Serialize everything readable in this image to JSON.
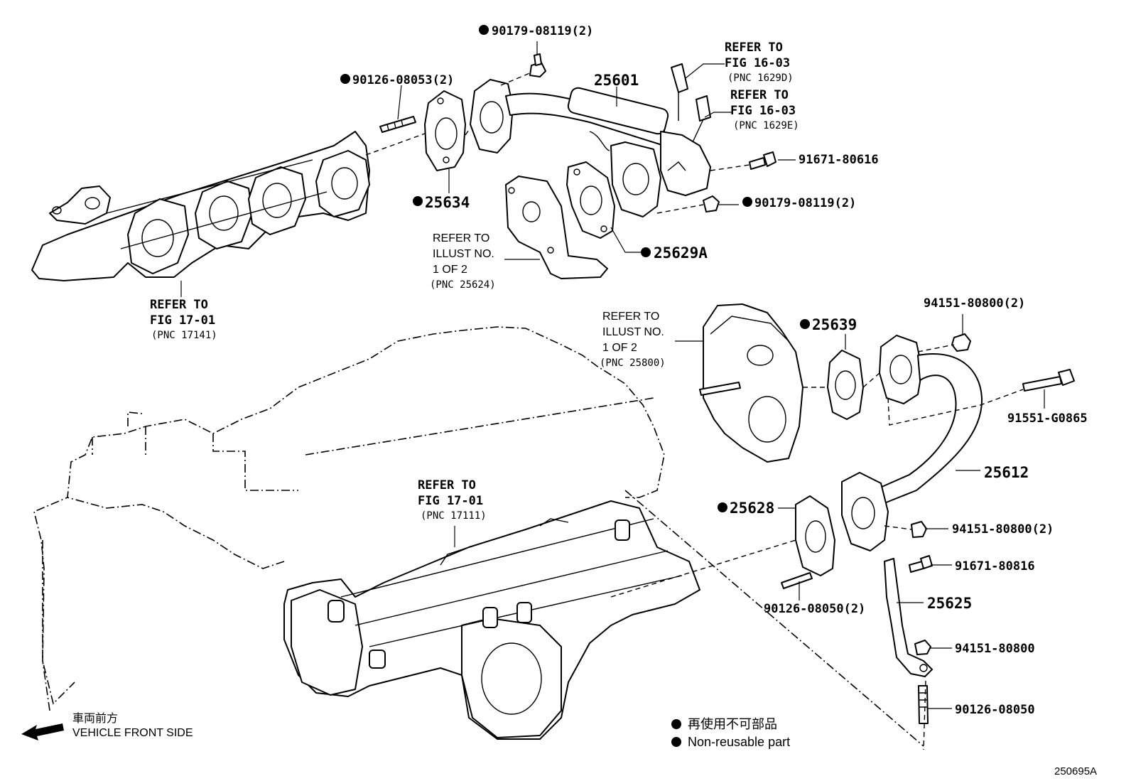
{
  "figure_id": "250695A",
  "direction": {
    "label_jp": "車両前方",
    "label_en": "VEHICLE FRONT SIDE"
  },
  "legend": {
    "text_jp": "再使用不可部品",
    "text_en": "Non-reusable part"
  },
  "parts": {
    "p_90179_top": "90179-08119(2)",
    "p_90126_top": "90126-08053(2)",
    "p_25601": "25601",
    "p_25634": "25634",
    "p_91671_80616": "91671-80616",
    "p_90179_mid": "90179-08119(2)",
    "p_25629a": "25629A",
    "p_25639": "25639",
    "p_94151_top": "94151-80800(2)",
    "p_91551": "91551-G0865",
    "p_25612": "25612",
    "p_25628": "25628",
    "p_94151_mid": "94151-80800(2)",
    "p_91671_80816": "91671-80816",
    "p_90126_mid": "90126-08050(2)",
    "p_25625": "25625",
    "p_94151_low": "94151-80800",
    "p_90126_low": "90126-08050"
  },
  "refs": {
    "fig1603_d": {
      "l1": "REFER TO",
      "l2": "FIG 16-03",
      "l3": "(PNC 1629D)"
    },
    "fig1603_e": {
      "l1": "REFER TO",
      "l2": "FIG 16-03",
      "l3": "(PNC 1629E)"
    },
    "illust_25624": {
      "l1": "REFER TO",
      "l2": "ILLUST NO.",
      "l3": "1 OF 2",
      "l4": "(PNC 25624)"
    },
    "fig1701_17141": {
      "l1": "REFER TO",
      "l2": "FIG 17-01",
      "l3": "(PNC 17141)"
    },
    "illust_25800": {
      "l1": "REFER TO",
      "l2": "ILLUST NO.",
      "l3": "1 OF 2",
      "l4": "(PNC 25800)"
    },
    "fig1701_17111": {
      "l1": "REFER TO",
      "l2": "FIG 17-01",
      "l3": "(PNC 17111)"
    }
  }
}
